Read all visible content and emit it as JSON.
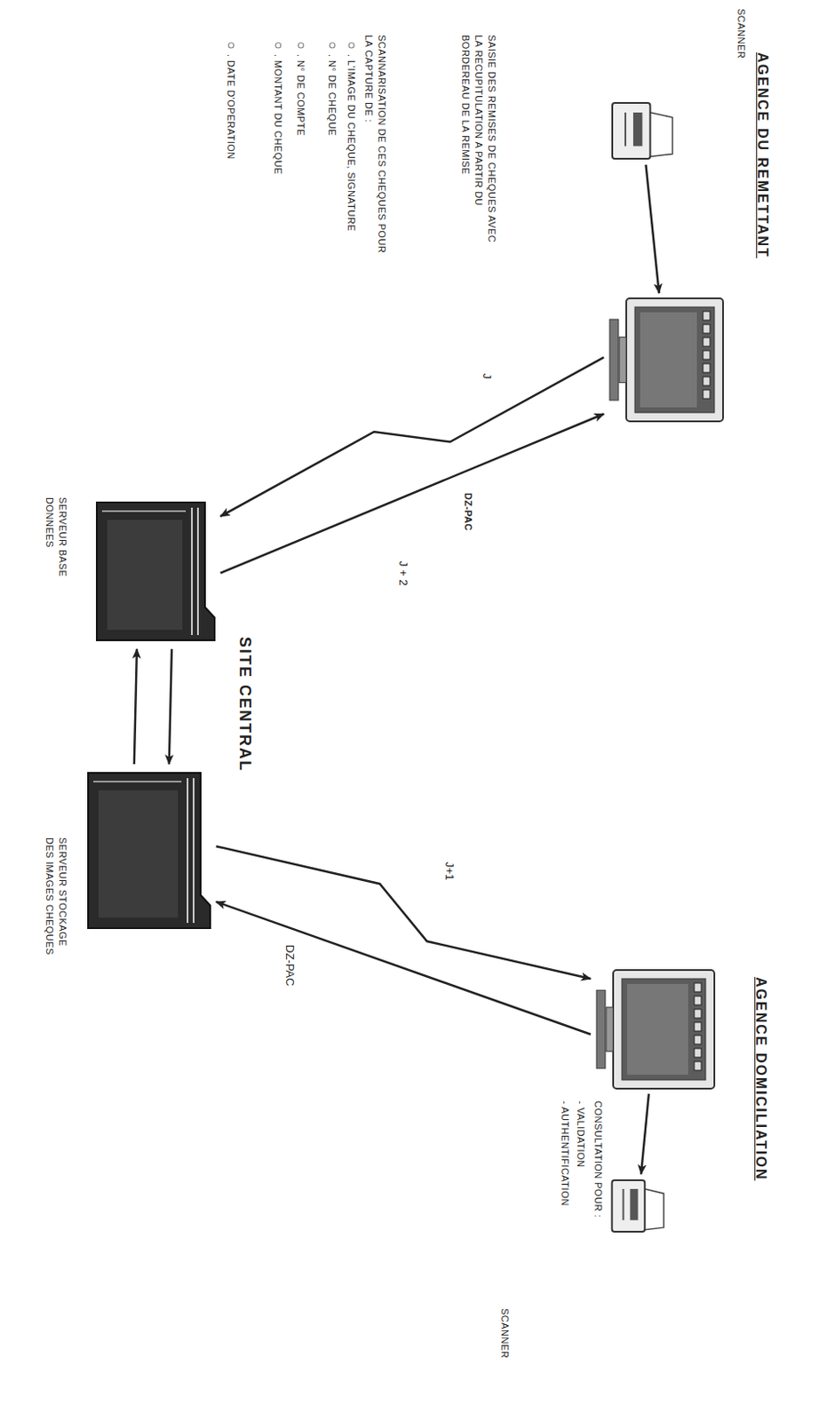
{
  "diagram": {
    "nodes": [
      {
        "text": [
          "SCANNER"
        ]
      },
      {
        "text": [
          "AGENCE DU REMETTANT"
        ]
      },
      {
        "text": [
          "SERVEUR BASE DONNEES"
        ]
      },
      {
        "text": [
          "SERVEUR STOCKAGE DES IMAGES CHEQUES"
        ]
      },
      {
        "text": [
          "AGENCE DOMICILIATION"
        ]
      },
      {
        "text": [
          "SCANNER"
        ]
      }
    ],
    "edges": [
      {
        "from": 0,
        "to": 1,
        "arrow": "to"
      },
      {
        "from": 1,
        "to": 2,
        "label": "J",
        "arrow": "to"
      },
      {
        "from": 2,
        "to": 1,
        "label": "J + 2",
        "arrow": "to"
      },
      {
        "from": 2,
        "to": 3,
        "arrow": "to"
      },
      {
        "from": 3,
        "to": 2,
        "arrow": "to"
      },
      {
        "from": 3,
        "to": 4,
        "label": "J+1",
        "arrow": "to"
      },
      {
        "from": 4,
        "to": 3,
        "label": "DZ-PAC",
        "arrow": "to"
      },
      {
        "from": 4,
        "to": 5,
        "arrow": "to"
      }
    ],
    "labels": [
      "SAISIE DES REMISES DE CHEQUES AVEC LA RECUPITULATION A PARTIR DU BORDEREAU DE LA REMISE",
      "SCANNARISATION DE CES CHEQUES POUR LA CAPTURE DE :",
      ". L'IMAGE DU CHEQUE, SIGNATURE",
      ". N° DE CHEQUE",
      ". N° DE COMPTE",
      ". MONTANT DU CHEQUE",
      ". DATE D'OPERATION",
      "DZ-PAC",
      "SITE CENTRAL",
      "CONSULTATION POUR :",
      "- VALIDATION",
      "- AUTHENTIFICATION"
    ]
  }
}
